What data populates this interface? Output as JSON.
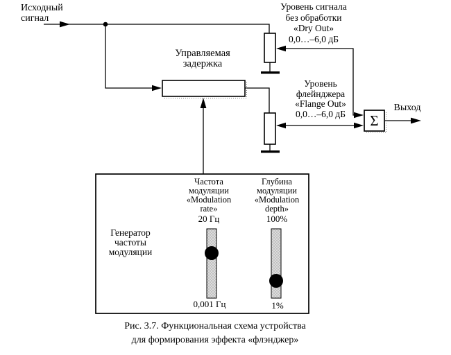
{
  "figure": {
    "nodes": {
      "input_label": "Исходный\nсигнал",
      "delay_block": "Управляемая\nзадержка",
      "dry_level": "Уровень сигнала\nбез обработки\n«Dry Out»\n0,0…–6,0 дБ",
      "flange_level": "Уровень\nфлейнджера\n«Flange Out»\n0,0…–6,0 дБ",
      "summer_symbol": "Σ",
      "output_label": "Выход",
      "lfo_block": "Генератор\nчастоты\nмодуляции"
    },
    "sliders": [
      {
        "title": "Частота\nмодуляции\n«Modulation\nrate»",
        "max": "20 Гц",
        "min": "0,001 Гц"
      },
      {
        "title": "Глубина\nмодуляции\n«Modulation\ndepth»",
        "max": "100%",
        "min": "1%"
      }
    ],
    "caption": "Рис. 3.7. Функциональная схема устройства\nдля формирования эффекта «флэнджер»"
  },
  "colors": {
    "ink": "#000000",
    "paper": "#ffffff",
    "slider_track": "#d6d6d6"
  }
}
